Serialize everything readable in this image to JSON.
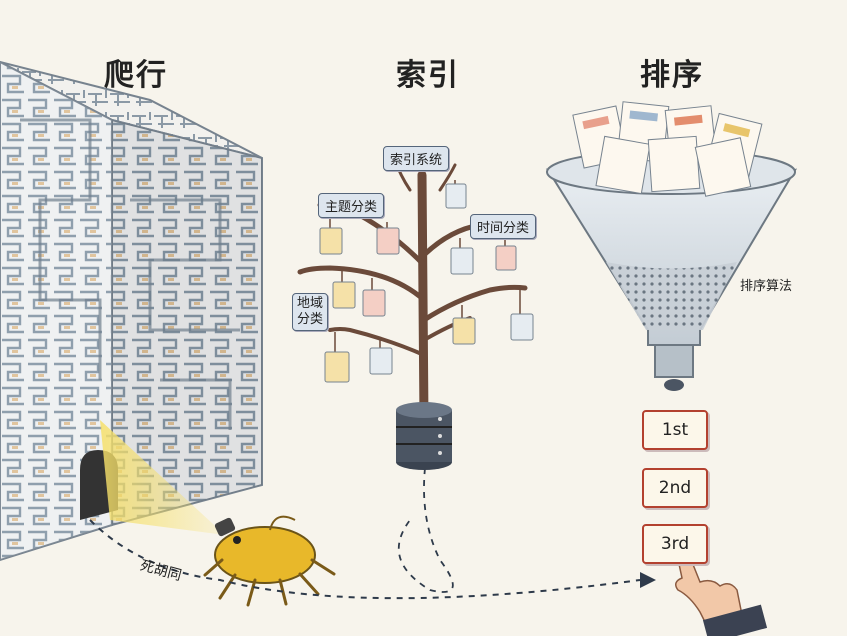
{
  "titles": {
    "crawl": "爬行",
    "index": "索引",
    "rank": "排序"
  },
  "labels": {
    "dead_end": "死胡同",
    "index_system": "索引系统",
    "topic_category": "主题分类",
    "time_category": "时间分类",
    "region_category_line1": "地域",
    "region_category_line2": "分类",
    "ranking_algorithm": "排序算法"
  },
  "ranks": [
    "1st",
    "2nd",
    "3rd"
  ],
  "colors": {
    "background": "#f7f4ec",
    "branch": "#6b4a3a",
    "rank_border": "#b3412f",
    "crawler": "#e8b82a",
    "flashlight": "#f6e06a"
  }
}
